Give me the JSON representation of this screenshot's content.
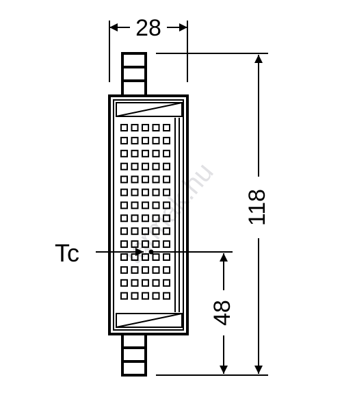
{
  "drawing": {
    "width_dimension": "28",
    "length_dimension": "118",
    "tc_offset_dimension": "48",
    "tc_label": "Tc",
    "watermark": "tarmak.hu"
  },
  "led_grid": {
    "columns": 5,
    "rows": 14
  },
  "colors": {
    "line": "#000000",
    "watermark": "#c9c9cf"
  }
}
